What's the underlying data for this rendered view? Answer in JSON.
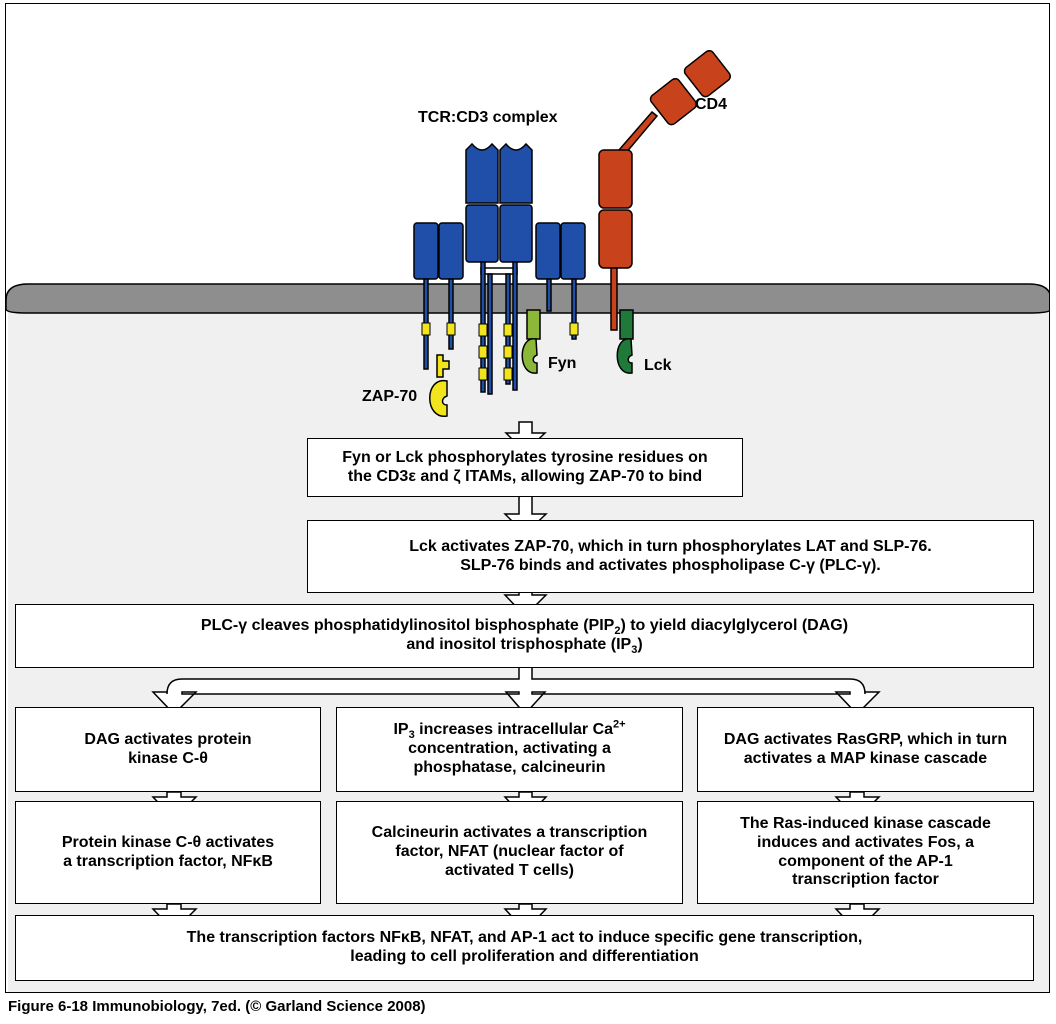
{
  "colors": {
    "tcr_blue": "#1f4fa8",
    "cd4_orange": "#c8421c",
    "fyn_green": "#8cb83a",
    "lck_green": "#1f7a3a",
    "zap_yellow": "#f2e51d",
    "membrane_gray": "#8e8e8e",
    "cytoplasm_gray": "#f0f0f0"
  },
  "labels": {
    "tcr": "TCR:CD3 complex",
    "cd4": "CD4",
    "fyn": "Fyn",
    "lck": "Lck",
    "zap70": "ZAP-70"
  },
  "steps": {
    "step1": {
      "line1": "Fyn or Lck phosphorylates tyrosine residues on",
      "line2": "the CD3ε and ζ ITAMs, allowing ZAP-70 to bind"
    },
    "step2": {
      "line1": "Lck activates ZAP-70, which in turn phosphorylates LAT and SLP-76.",
      "line2": "SLP-76 binds and activates phospholipase C-γ (PLC-γ)."
    },
    "step3": {
      "l1_a": "PLC-γ cleaves phosphatidylinositol bisphosphate (PIP",
      "l1_sub": "2",
      "l1_b": ") to yield diacylglycerol (DAG)",
      "l2_a": "and inositol trisphosphate (IP",
      "l2_sub": "3",
      "l2_b": ")"
    },
    "left1": {
      "line1": "DAG activates protein",
      "line2": "kinase C-θ"
    },
    "mid1": {
      "l1_a": "IP",
      "l1_sub": "3",
      "l1_b": " increases intracellular Ca",
      "l1_sup": "2+",
      "line2": "concentration, activating a",
      "line3": "phosphatase, calcineurin"
    },
    "right1": {
      "line1": "DAG activates RasGRP, which in turn",
      "line2": "activates a MAP kinase cascade"
    },
    "left2": {
      "line1": "Protein kinase C-θ activates",
      "line2": "a transcription factor, NFκB"
    },
    "mid2": {
      "line1": "Calcineurin activates a transcription",
      "line2": "factor, NFAT (nuclear factor of",
      "line3": "activated T cells)"
    },
    "right2": {
      "line1": "The Ras-induced kinase cascade",
      "line2": "induces and activates Fos, a",
      "line3": "component of the AP-1",
      "line4": "transcription factor"
    },
    "final": {
      "line1": "The transcription factors NFκB, NFAT, and AP-1 act to induce specific gene transcription,",
      "line2": "leading to cell proliferation and differentiation"
    }
  },
  "caption": "Figure 6-18  Immunobiology, 7ed. (© Garland Science 2008)"
}
